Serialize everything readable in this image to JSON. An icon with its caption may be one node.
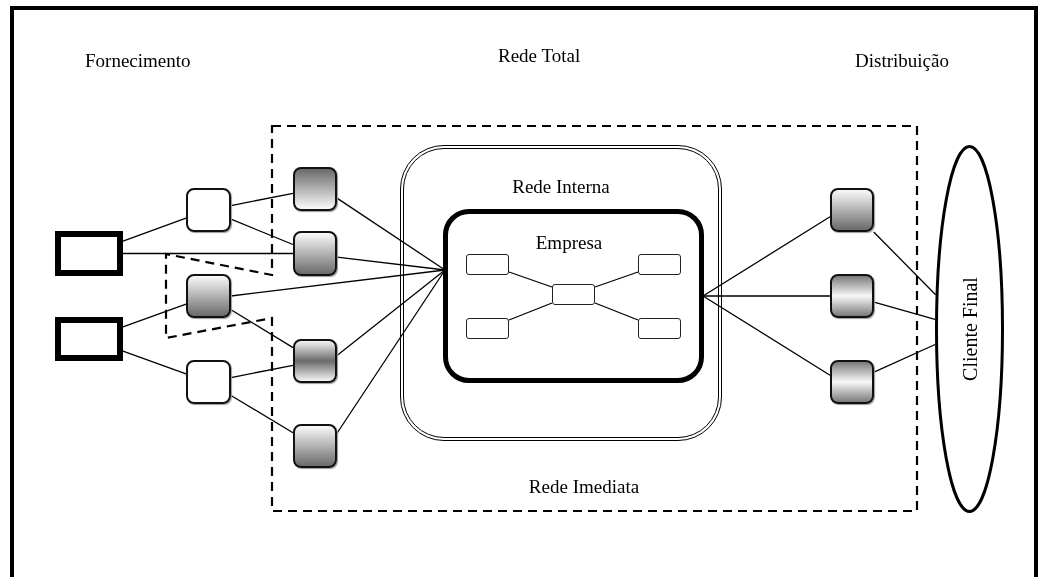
{
  "diagram": {
    "nodes": [
      {
        "text": [
          "Rede Imediata"
        ]
      },
      {
        "text": [
          "Rede Interna"
        ],
        "in": 0
      },
      {
        "text": [
          "Empresa"
        ],
        "in": 1
      },
      {
        "text": [],
        "shape": "box",
        "in": 2
      },
      {
        "text": [],
        "shape": "box",
        "in": 2
      },
      {
        "text": [],
        "shape": "box",
        "in": 2
      },
      {
        "text": [],
        "shape": "box",
        "in": 2
      },
      {
        "text": [],
        "shape": "box",
        "in": 2
      },
      {
        "text": [],
        "shape": "box"
      },
      {
        "text": [],
        "shape": "box"
      },
      {
        "text": [],
        "shape": "box"
      },
      {
        "text": [],
        "shape": "box",
        "in": 0
      },
      {
        "text": [],
        "shape": "box"
      },
      {
        "text": [],
        "shape": "box",
        "in": 0
      },
      {
        "text": [],
        "shape": "box",
        "in": 0
      },
      {
        "text": [],
        "shape": "box",
        "in": 0
      },
      {
        "text": [],
        "shape": "box",
        "in": 0
      },
      {
        "text": [],
        "shape": "box",
        "in": 0
      },
      {
        "text": [],
        "shape": "box",
        "in": 0
      },
      {
        "text": [],
        "shape": "box",
        "in": 0
      },
      {
        "text": [
          "Cliente Final"
        ]
      }
    ],
    "edges": [
      {
        "from": 8,
        "to": 10,
        "arrow": "none"
      },
      {
        "from": 8,
        "to": 14,
        "arrow": "none"
      },
      {
        "from": 9,
        "to": 11,
        "arrow": "none"
      },
      {
        "from": 9,
        "to": 12,
        "arrow": "none"
      },
      {
        "from": 10,
        "to": 13,
        "arrow": "none"
      },
      {
        "from": 10,
        "to": 14,
        "arrow": "none"
      },
      {
        "from": 11,
        "to": 2,
        "arrow": "none"
      },
      {
        "from": 11,
        "to": 15,
        "arrow": "none"
      },
      {
        "from": 12,
        "to": 15,
        "arrow": "none"
      },
      {
        "from": 12,
        "to": 16,
        "arrow": "none"
      },
      {
        "from": 13,
        "to": 2,
        "arrow": "none"
      },
      {
        "from": 14,
        "to": 2,
        "arrow": "none"
      },
      {
        "from": 15,
        "to": 2,
        "arrow": "none"
      },
      {
        "from": 16,
        "to": 2,
        "arrow": "none"
      },
      {
        "from": 3,
        "to": 5,
        "arrow": "none"
      },
      {
        "from": 6,
        "to": 5,
        "arrow": "none"
      },
      {
        "from": 5,
        "to": 4,
        "arrow": "none"
      },
      {
        "from": 5,
        "to": 7,
        "arrow": "none"
      },
      {
        "from": 2,
        "to": 17,
        "arrow": "none"
      },
      {
        "from": 2,
        "to": 18,
        "arrow": "none"
      },
      {
        "from": 2,
        "to": 19,
        "arrow": "none"
      },
      {
        "from": 17,
        "to": 20,
        "arrow": "none"
      },
      {
        "from": 18,
        "to": 20,
        "arrow": "none"
      },
      {
        "from": 19,
        "to": 20,
        "arrow": "none"
      }
    ],
    "labels": [
      "Fornecimento",
      "Rede Total",
      "Distribuição"
    ]
  }
}
